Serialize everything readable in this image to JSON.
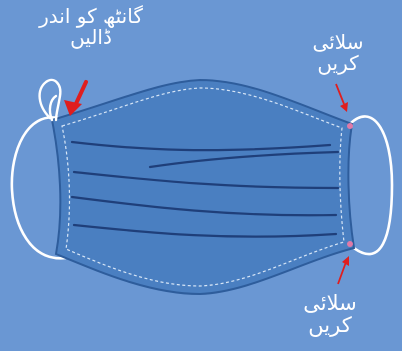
{
  "annotations": {
    "knot": {
      "line1": "گانٹھ کو اندر",
      "line2": "ڈالیں"
    },
    "sew_top": {
      "line1": "سلائی",
      "line2": "کریں"
    },
    "sew_bottom": {
      "line1": "سلائی",
      "line2": "کریں"
    }
  },
  "colors": {
    "background": "#6a97d3",
    "mask_fill": "#4a7fc1",
    "pleat_line": "#1f3f7a",
    "stitch": "#d7e6f7",
    "ear_loop": "#ffffff",
    "arrow": "#e01e1e"
  },
  "icons": [
    "mask-body",
    "ear-loop-left",
    "ear-loop-right",
    "knot-icon",
    "arrow-icon"
  ]
}
